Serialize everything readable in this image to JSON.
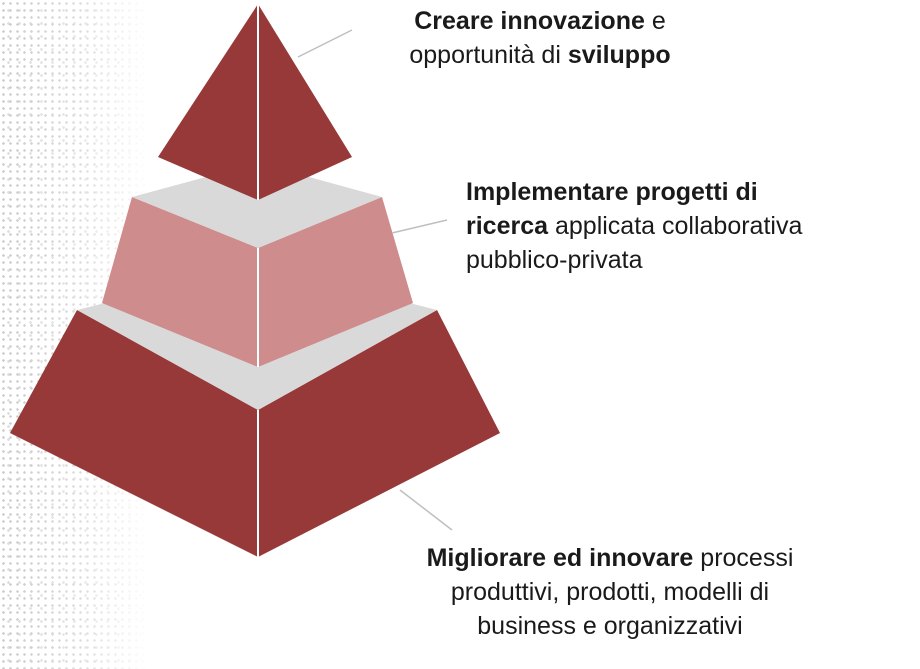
{
  "diagram": {
    "type": "pyramid",
    "levels": [
      {
        "id": "top",
        "bold_1": "Creare innovazione",
        "text_1": " e",
        "text_2": "opportunità di ",
        "bold_2": "sviluppo"
      },
      {
        "id": "middle",
        "bold_1": "Implementare progetti di",
        "bold_2": "ricerca",
        "text_1": " applicata collaborativa",
        "text_2": "pubblico-privata"
      },
      {
        "id": "bottom",
        "bold_1": "Migliorare ed innovare",
        "text_1": " processi",
        "text_2": "produttivi, prodotti, modelli di",
        "text_3": "business e organizzativi"
      }
    ],
    "colors": {
      "dark_red": "#973839",
      "pink": "#cf8c8c",
      "separator_gray": "#d9d9d9",
      "leader_line": "#bfbfbf"
    }
  }
}
